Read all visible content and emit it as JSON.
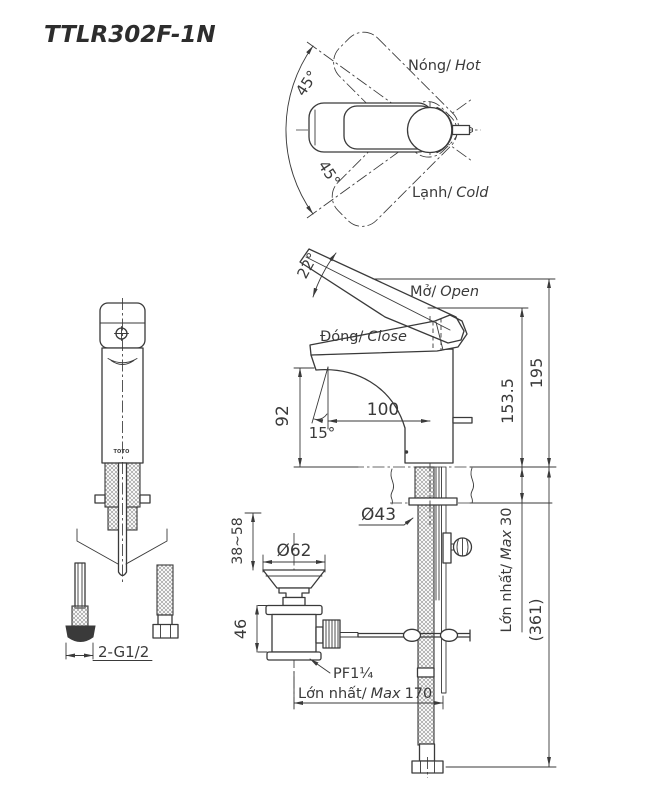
{
  "meta": {
    "line_color": "#3a3a3a",
    "background": "#ffffff"
  },
  "title": "TTLR302F-1N",
  "top_view": {
    "angle_upper": "45°",
    "angle_lower": "45°",
    "hot_vi": "Nóng/",
    "hot_en": "Hot",
    "cold_vi": "Lạnh/",
    "cold_en": "Cold"
  },
  "side_view": {
    "angle_open": "22°",
    "open_vi": "Mở/",
    "open_en": "Open",
    "close_vi": "Đóng/",
    "close_en": "Close",
    "height_open": "195",
    "height_closed": "153.5",
    "spout_height": "92",
    "spout_reach": "100",
    "spout_angle": "15°",
    "shank_dia": "Ø43",
    "deck_max_vi": "Lớn nhất/",
    "deck_max_en": "Max",
    "deck_max_value": "30",
    "total_length": "(361)"
  },
  "drain_view": {
    "flange_dia": "Ø62",
    "adjust_range": "38~58",
    "body_height": "46",
    "thread": "PF1¼",
    "rod_max_vi": "Lớn nhất/",
    "rod_max_en": "Max",
    "rod_max_value": "170"
  },
  "front_view": {
    "connection": "2-G1/2",
    "logo": "TOTO"
  }
}
